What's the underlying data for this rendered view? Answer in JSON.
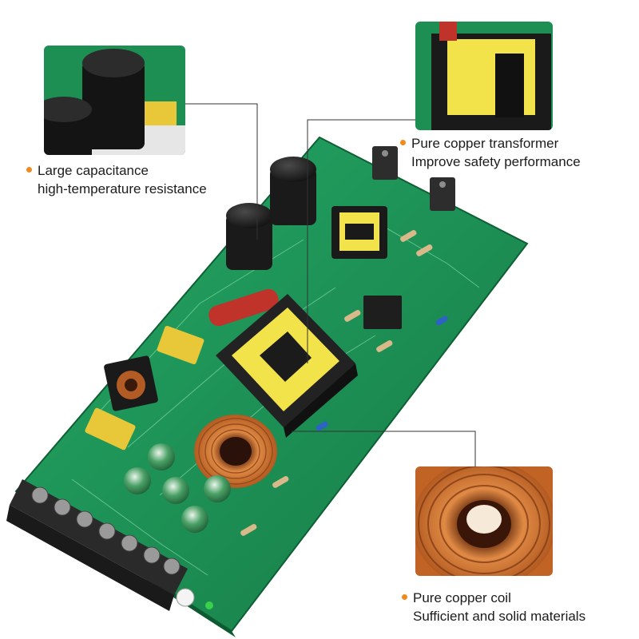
{
  "features": [
    {
      "id": "capacitor",
      "line1": "Large capacitance",
      "line2": "high-temperature resistance",
      "icon": "capacitor-icon"
    },
    {
      "id": "transformer",
      "line1": "Pure copper transformer",
      "line2": "Improve safety performance",
      "icon": "transformer-icon"
    },
    {
      "id": "coil",
      "line1": "Pure copper coil",
      "line2": "Sufficient and solid materials",
      "icon": "coil-icon"
    }
  ],
  "colors": {
    "bullet": "#f28a1c",
    "pcb": "#1f9a5a",
    "copper": "#c96a2a",
    "transformer": "#f3e34a",
    "leader_line": "#333333"
  }
}
